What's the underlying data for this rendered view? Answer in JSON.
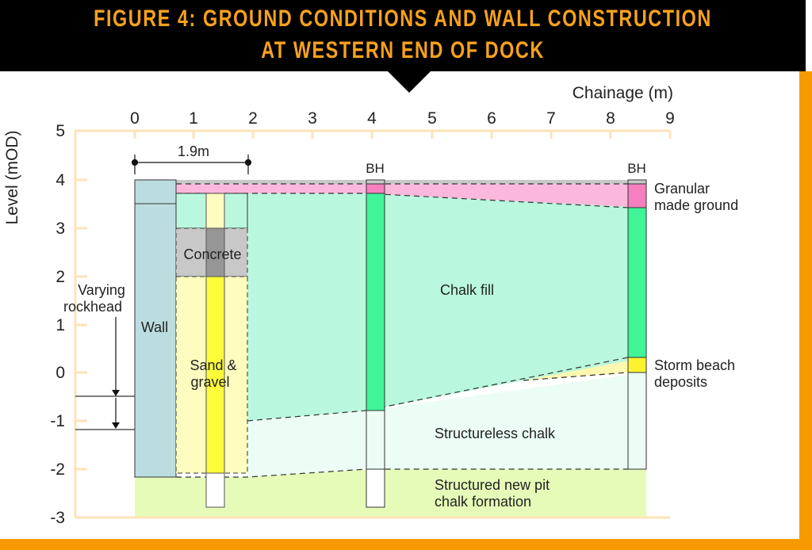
{
  "header": {
    "title_line1": "FIGURE 4: GROUND CONDITIONS AND WALL CONSTRUCTION",
    "title_line2": "AT WESTERN END OF DOCK"
  },
  "colors": {
    "title_text": "#f7a21b",
    "banner": "#000000",
    "frame": "#f79a00",
    "axis": "#fde3b8",
    "wall": "#bcdde0",
    "granular_made_ground": "#fbb8dc",
    "granular_bh": "#f57fbf",
    "chalk_fill": "#b9f8de",
    "chalk_fill_bh": "#3ff598",
    "concrete": "#c8c8c8",
    "concrete_core": "#969696",
    "sand_gravel": "#fefcbe",
    "sand_gravel_core": "#fefc3a",
    "storm_beach": "#fdf7b0",
    "storm_beach_bh": "#fdf230",
    "structureless_chalk": "#ebfdf5",
    "structured_chalk": "#e6fbb8"
  },
  "axes": {
    "x_label": "Chainage (m)",
    "y_label": "Level (mOD)",
    "x_ticks": [
      "0",
      "1",
      "2",
      "3",
      "4",
      "5",
      "6",
      "7",
      "8",
      "9"
    ],
    "y_ticks": [
      "5",
      "4",
      "3",
      "2",
      "1",
      "0",
      "-1",
      "-2",
      "-3"
    ]
  },
  "annotations": {
    "dimension": "1.9m",
    "bh_left": "BH",
    "bh_right": "BH",
    "varying_rockhead_1": "Varying",
    "varying_rockhead_2": "rockhead"
  },
  "layers": {
    "wall": "Wall",
    "concrete": "Concrete",
    "sand_gravel_1": "Sand &",
    "sand_gravel_2": "gravel",
    "chalk_fill": "Chalk fill",
    "structureless_chalk": "Structureless chalk",
    "structured_1": "Structured new pit",
    "structured_2": "chalk formation",
    "granular_1": "Granular",
    "granular_2": "made ground",
    "storm_1": "Storm beach",
    "storm_2": "deposits"
  },
  "chart_data": {
    "type": "table",
    "title": "Figure 4: Ground conditions and wall construction at western end of dock",
    "xlabel": "Chainage (m)",
    "ylabel": "Level (mOD)",
    "xlim": [
      0,
      9
    ],
    "ylim": [
      -3,
      5
    ],
    "wall": {
      "x": [
        0,
        0.7
      ],
      "top": 4.0,
      "bottom": -2.15,
      "joint_level": 3.5
    },
    "wall_backing_width_m": 1.9,
    "borehole_left": {
      "chainage": 4.0,
      "granular_made_ground": [
        4.0,
        3.7
      ],
      "chalk_fill": [
        3.7,
        -0.75
      ],
      "structureless_chalk": [
        -0.75,
        -1.95
      ],
      "structured_chalk_to": -2.75
    },
    "borehole_right": {
      "chainage": 8.35,
      "granular_made_ground": [
        3.9,
        3.4
      ],
      "chalk_fill": [
        3.4,
        0.35
      ],
      "storm_beach_deposits": [
        0.35,
        0.05
      ],
      "structureless_chalk": [
        0.05,
        -1.95
      ]
    },
    "backfill_behind_wall": {
      "concrete": [
        3.0,
        2.0
      ],
      "sand_and_gravel": [
        2.0,
        -2.05
      ],
      "core_pile_bottom": -2.75
    },
    "rockhead_range_at_wall": [
      -0.5,
      -1.15
    ]
  }
}
